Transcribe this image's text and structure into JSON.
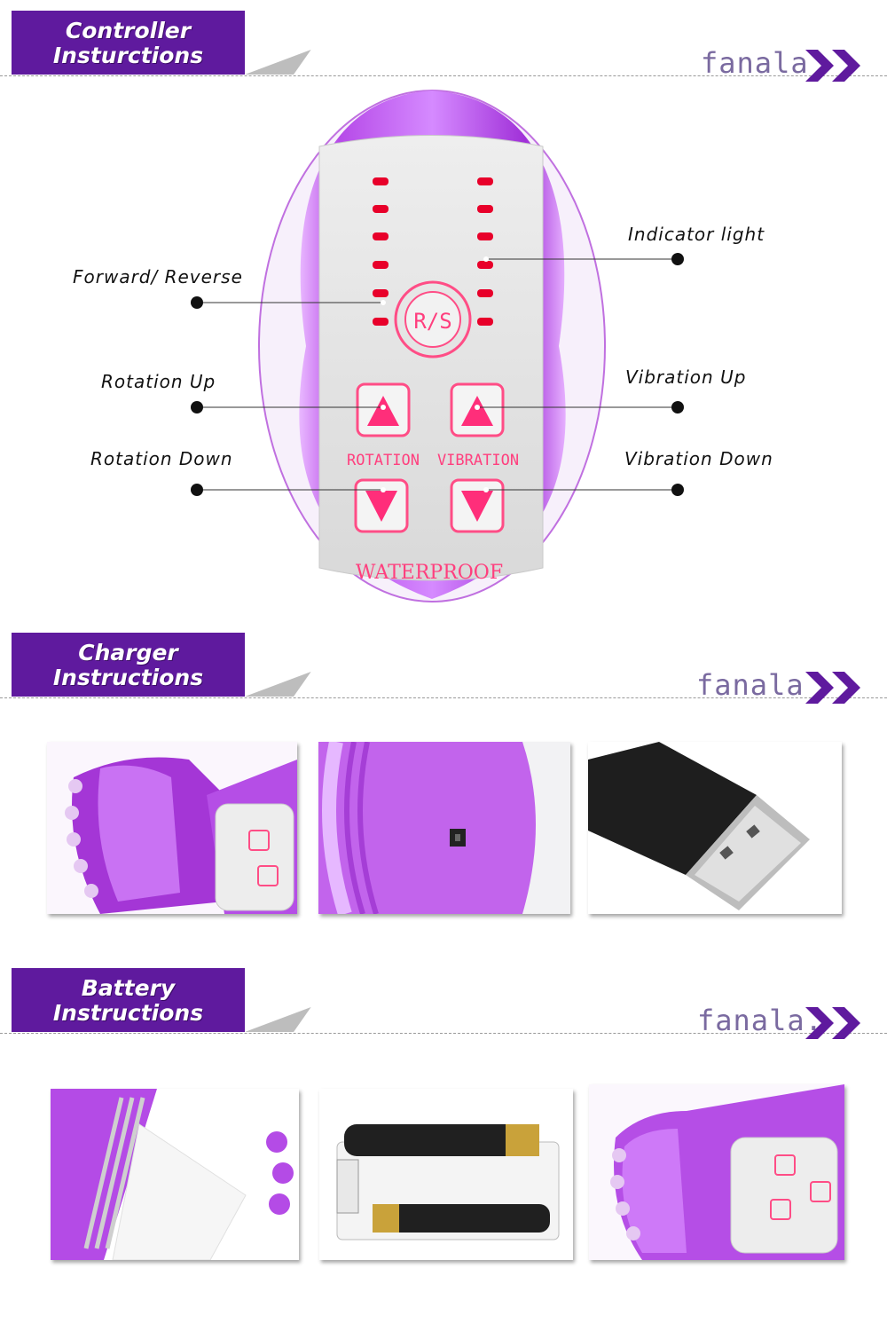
{
  "sections": [
    {
      "title_line1": "Controller",
      "title_line2": "Insturctions",
      "brand": "fanala"
    },
    {
      "title_line1": "Charger",
      "title_line2": "Instructions",
      "brand": "fanala"
    },
    {
      "title_line1": "Battery",
      "title_line2": "Instructions",
      "brand": "fanala."
    }
  ],
  "controller": {
    "labels": {
      "forward_reverse": "Forward/ Reverse",
      "indicator_light": "Indicator  light",
      "rotation_up": "Rotation  Up",
      "vibration_up": "Vibration  Up",
      "rotation_down": "Rotation  Down",
      "vibration_down": "Vibration  Down"
    },
    "rs_button": "R/S",
    "rotation_text": "ROTATION",
    "vibration_text": "VIBRATION",
    "waterproof_text": "WATERPROOF"
  },
  "colors": {
    "header_purple": "#5f1a9e",
    "device_purple": "#b84be6",
    "accent_pink": "#ff2e7a",
    "led_red": "#e8002a"
  }
}
